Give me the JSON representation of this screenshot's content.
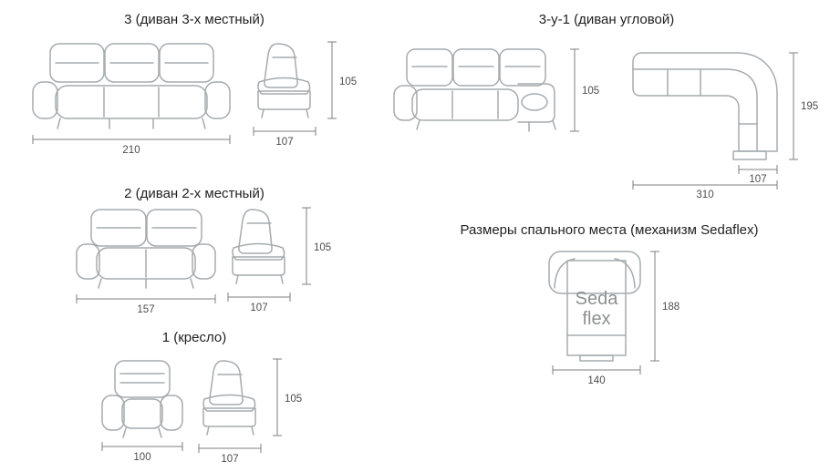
{
  "sections": {
    "sofa3": {
      "title": "3 (диван 3-х местный)",
      "dim_width": "210",
      "dim_side_width": "107",
      "dim_height": "105"
    },
    "corner": {
      "title": "3-у-1 (диван угловой)",
      "dim_height": "105",
      "dim_top_height": "195",
      "dim_depth": "107",
      "dim_total_width": "310"
    },
    "sofa2": {
      "title": "2 (диван 2-х местный)",
      "dim_width": "157",
      "dim_side_width": "107",
      "dim_height": "105"
    },
    "armchair": {
      "title": "1 (кресло)",
      "dim_width": "100",
      "dim_side_width": "107",
      "dim_height": "105"
    },
    "sleeping": {
      "title": "Размеры спального места (механизм Sedaflex)",
      "label_line1": "Seda",
      "label_line2": "flex",
      "dim_height": "188",
      "dim_width": "140"
    }
  }
}
